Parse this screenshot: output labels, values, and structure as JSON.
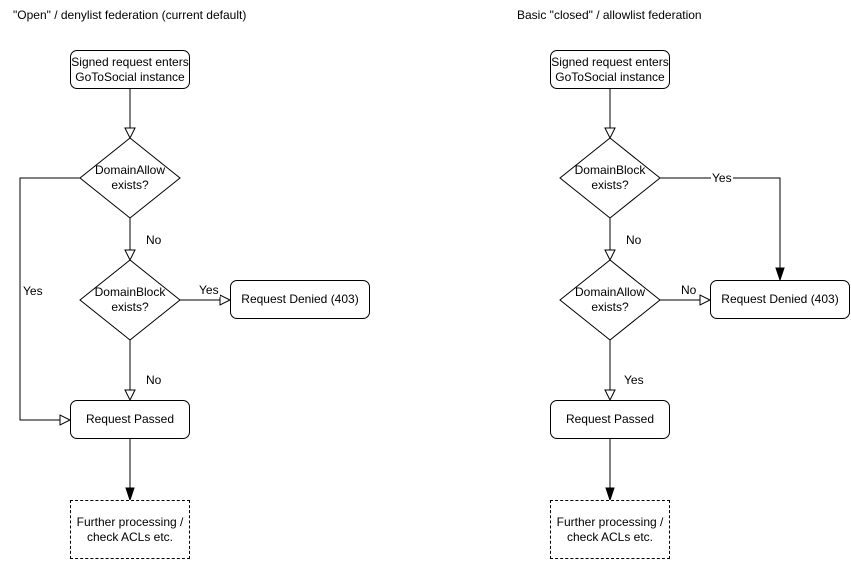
{
  "diagram": {
    "background_color": "#ffffff",
    "line_color": "#000000",
    "text_color": "#000000",
    "left_chart": {
      "title": "\"Open\" / denylist federation (current default)",
      "nodes": {
        "start": "Signed request enters\nGoToSocial instance",
        "decision_top": "DomainAllow\nexists?",
        "decision_bottom": "DomainBlock\nexists?",
        "denied": "Request Denied (403)",
        "passed": "Request Passed",
        "further": "Further processing /\ncheck ACLs etc."
      },
      "edge_labels": {
        "top_decision_no": "No",
        "top_decision_yes": "Yes",
        "bottom_decision_yes": "Yes",
        "bottom_decision_no": "No"
      }
    },
    "right_chart": {
      "title": "Basic \"closed\" / allowlist federation",
      "nodes": {
        "start": "Signed request enters\nGoToSocial instance",
        "decision_top": "DomainBlock\nexists?",
        "decision_bottom": "DomainAllow\nexists?",
        "denied": "Request Denied (403)",
        "passed": "Request Passed",
        "further": "Further processing /\ncheck ACLs etc."
      },
      "edge_labels": {
        "top_decision_yes": "Yes",
        "top_decision_no": "No",
        "bottom_decision_no": "No",
        "bottom_decision_yes": "Yes"
      }
    }
  }
}
